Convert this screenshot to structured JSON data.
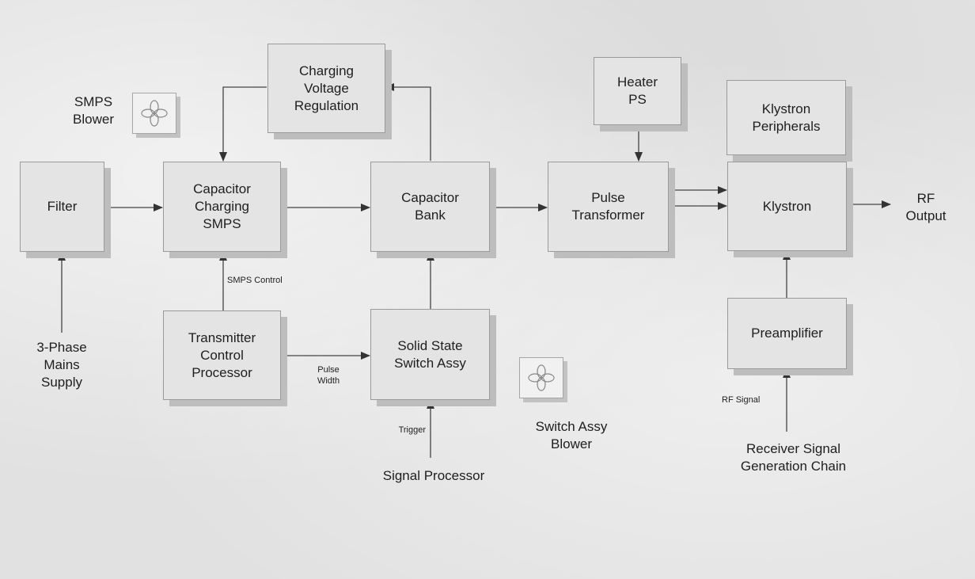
{
  "blocks": {
    "filter": "Filter",
    "capacitor_charging_smps": "Capacitor\nCharging\nSMPS",
    "charging_voltage_regulation": "Charging\nVoltage\nRegulation",
    "capacitor_bank": "Capacitor\nBank",
    "heater_ps": "Heater\nPS",
    "pulse_transformer": "Pulse\nTransformer",
    "klystron_peripherals": "Klystron\nPeripherals",
    "klystron": "Klystron",
    "transmitter_control_processor": "Transmitter\nControl\nProcessor",
    "solid_state_switch_assy": "Solid State\nSwitch Assy",
    "preamplifier": "Preamplifier"
  },
  "labels": {
    "smps_blower": "SMPS\nBlower",
    "three_phase_mains_supply": "3-Phase\nMains\nSupply",
    "smps_control": "SMPS Control",
    "pulse_width": "Pulse\nWidth",
    "trigger": "Trigger",
    "signal_processor": "Signal Processor",
    "switch_assy_blower": "Switch Assy\nBlower",
    "rf_signal": "RF Signal",
    "receiver_signal_generation_chain": "Receiver Signal\nGeneration Chain",
    "rf_output": "RF\nOutput"
  },
  "icons": {
    "blower": "fan-icon"
  }
}
